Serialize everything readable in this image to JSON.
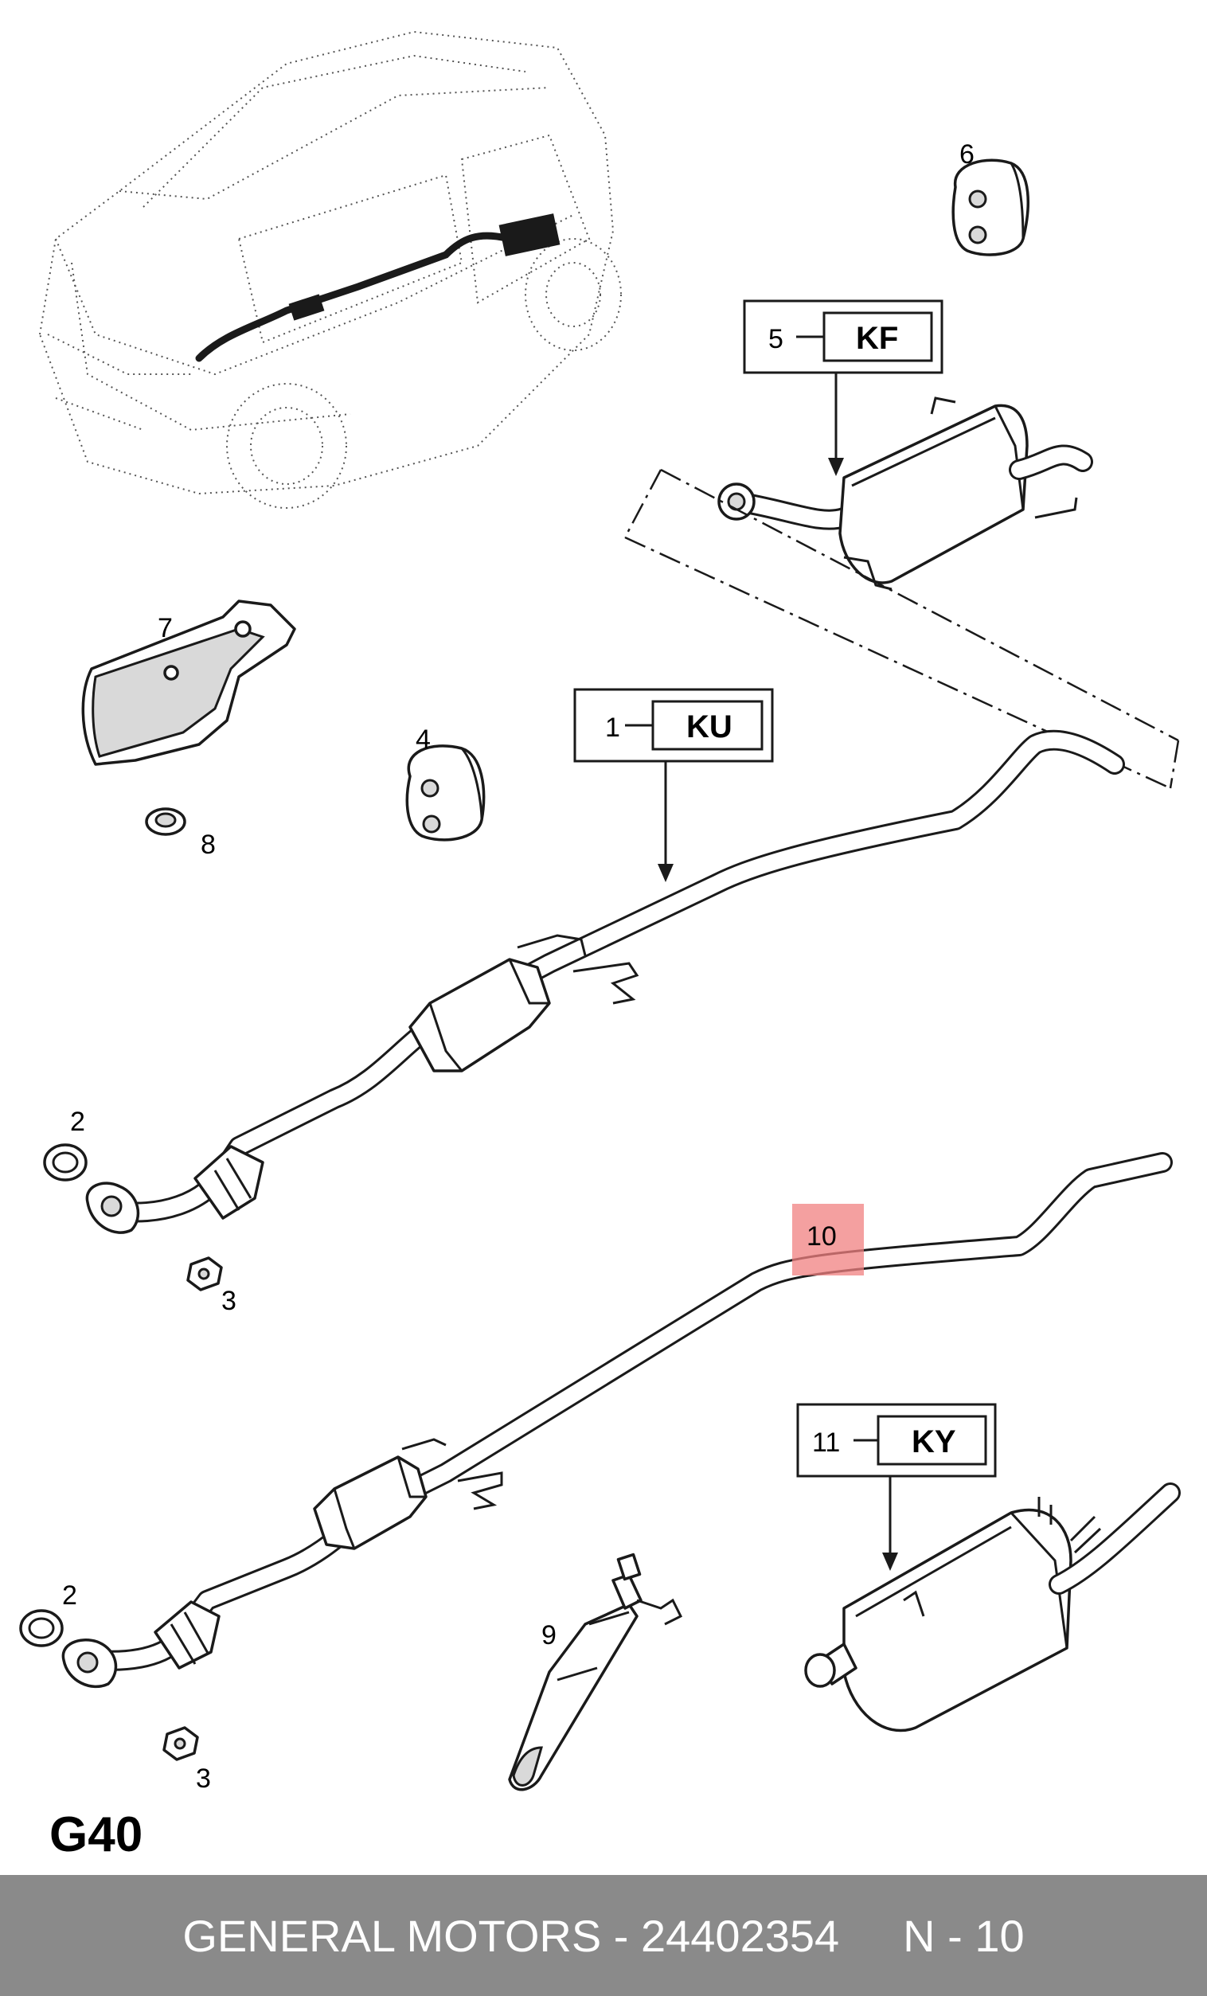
{
  "diagram": {
    "sheet_code": "G40",
    "callouts": {
      "c1": "1",
      "c2a": "2",
      "c2b": "2",
      "c3a": "3",
      "c3b": "3",
      "c4": "4",
      "c5": "5",
      "c6": "6",
      "c7": "7",
      "c8": "8",
      "c9": "9",
      "c10": "10",
      "c11": "11"
    },
    "codes": {
      "ku": "KU",
      "kf": "KF",
      "ky": "KY"
    },
    "highlight_color": "#f08080"
  },
  "footer": {
    "reference": "GENERAL MOTORS - 24402354",
    "number": "N - 10"
  }
}
